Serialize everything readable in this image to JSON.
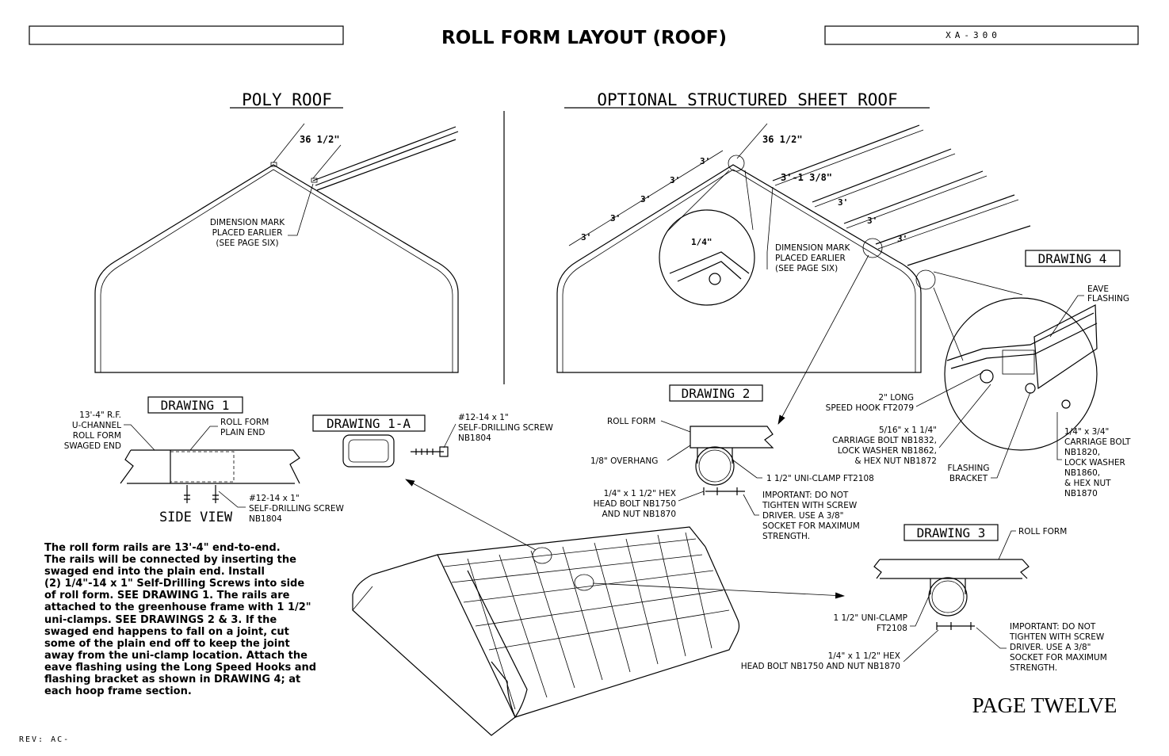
{
  "header": {
    "left_box": "",
    "title": "ROLL FORM LAYOUT (ROOF)",
    "doc_number": "XA-300"
  },
  "poly_roof": {
    "heading": "POLY ROOF",
    "dim": "36 1/2\"",
    "mark_note": [
      "DIMENSION MARK",
      "PLACED EARLIER",
      "(SEE PAGE SIX)"
    ]
  },
  "sheet_roof": {
    "heading": "OPTIONAL STRUCTURED SHEET ROOF",
    "dim_top": "36 1/2\"",
    "dim_first": "3'-1 3/8\"",
    "spacing": "3'",
    "detail_dim": "1/4\"",
    "mark_note": [
      "DIMENSION MARK",
      "PLACED EARLIER",
      "(SEE PAGE SIX)"
    ]
  },
  "drawing1": {
    "label": "DRAWING 1",
    "left_note": [
      "13'-4\" R.F.",
      "U-CHANNEL",
      "ROLL FORM",
      "SWAGED END"
    ],
    "plain_note": [
      "ROLL FORM",
      "PLAIN END"
    ],
    "screw_note": [
      "#12-14 x 1\"",
      "SELF-DRILLING SCREW",
      "NB1804"
    ],
    "view": "SIDE VIEW"
  },
  "drawing1a": {
    "label": "DRAWING 1-A",
    "screw_note": [
      "#12-14 x 1\"",
      "SELF-DRILLING SCREW",
      "NB1804"
    ]
  },
  "drawing2": {
    "label": "DRAWING 2",
    "roll_form": "ROLL FORM",
    "overhang": "1/8\" OVERHANG",
    "clamp": "1 1/2\" UNI-CLAMP FT2108",
    "bolt": [
      "1/4\" x 1 1/2\" HEX",
      "HEAD BOLT NB1750",
      "AND NUT NB1870"
    ],
    "important": [
      "IMPORTANT: DO NOT",
      "TIGHTEN WITH SCREW",
      "DRIVER. USE A 3/8\"",
      "SOCKET FOR MAXIMUM",
      "STRENGTH."
    ]
  },
  "drawing3": {
    "label": "DRAWING 3",
    "roll_form": "ROLL FORM",
    "clamp": [
      "1 1/2\" UNI-CLAMP",
      "FT2108"
    ],
    "bolt": [
      "1/4\" x 1 1/2\" HEX",
      "HEAD BOLT NB1750 AND NUT NB1870"
    ],
    "important": [
      "IMPORTANT: DO NOT",
      "TIGHTEN WITH SCREW",
      "DRIVER. USE A 3/8\"",
      "SOCKET FOR MAXIMUM",
      "STRENGTH."
    ]
  },
  "drawing4": {
    "label": "DRAWING 4",
    "eave": [
      "EAVE",
      "FLASHING"
    ],
    "hook": [
      "2\" LONG",
      "SPEED HOOK FT2079"
    ],
    "carriage1": [
      "5/16\" x 1 1/4\"",
      "CARRIAGE BOLT NB1832,",
      "LOCK WASHER NB1862,",
      "& HEX NUT NB1872"
    ],
    "bracket": [
      "FLASHING",
      "BRACKET"
    ],
    "carriage2": [
      "1/4\" x 3/4\"",
      "CARRIAGE BOLT",
      "NB1820,",
      "LOCK WASHER",
      "NB1860,",
      "& HEX NUT",
      "NB1870"
    ]
  },
  "instructions": [
    "The roll form rails are 13'-4\" end-to-end.",
    "The rails will be connected by inserting the",
    "swaged end into the plain end. Install",
    "(2) 1/4\"-14 x 1\" Self-Drilling Screws into side",
    "of roll form.  SEE DRAWING 1.  The rails are",
    "attached to the greenhouse frame with 1 1/2\"",
    "uni-clamps. SEE DRAWINGS 2 & 3.  If the",
    "swaged end happens to fall on a joint, cut",
    "some of the plain end off to keep the joint",
    "away from the uni-clamp location.  Attach the",
    "eave flashing using the Long Speed Hooks and",
    "flashing bracket as shown in DRAWING 4; at",
    "each hoop frame section."
  ],
  "footer": {
    "page": "PAGE TWELVE",
    "rev": "REV: AC-"
  }
}
